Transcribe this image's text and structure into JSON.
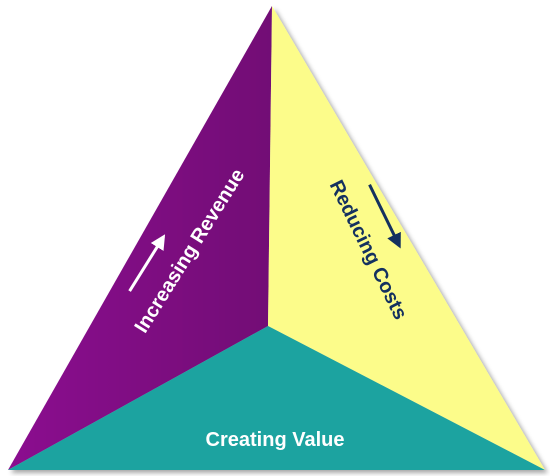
{
  "diagram": {
    "segments": [
      {
        "label": "Increasing Revenue",
        "color": "#8b0d8f",
        "text_color": "#ffffff",
        "arrow_color": "#ffffff"
      },
      {
        "label": "Reducing Costs",
        "color": "#fcfc8a",
        "text_color": "#14315f",
        "arrow_color": "#14315f"
      },
      {
        "label": "Creating Value",
        "color": "#1fa3a0",
        "text_color": "#ffffff"
      }
    ]
  }
}
